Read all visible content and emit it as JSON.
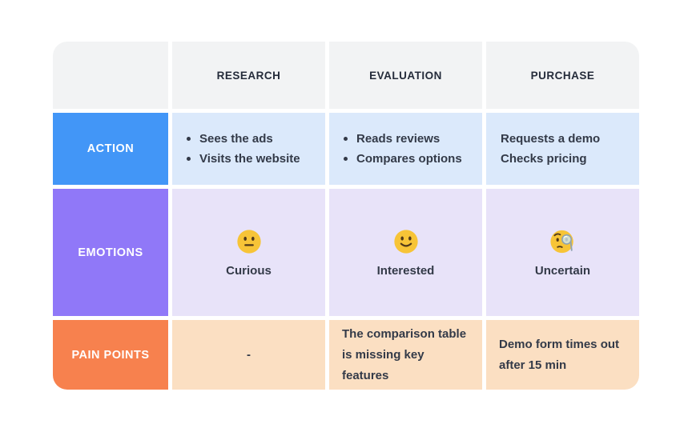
{
  "table": {
    "columns": [
      "",
      "RESEARCH",
      "EVALUATION",
      "PURCHASE"
    ],
    "rows": {
      "action": {
        "label": "ACTION",
        "research": {
          "items": [
            "Sees the ads",
            "Visits the website"
          ]
        },
        "evaluation": {
          "items": [
            "Reads reviews",
            "Compares options"
          ]
        },
        "purchase": {
          "items": [
            "Requests a demo",
            "Checks pricing"
          ]
        }
      },
      "emotions": {
        "label": "EMOTIONS",
        "research": {
          "emoji": "neutral-face",
          "label": "Curious"
        },
        "evaluation": {
          "emoji": "slightly-smiling-face",
          "label": "Interested"
        },
        "purchase": {
          "emoji": "face-with-monocle",
          "label": "Uncertain"
        }
      },
      "pain_points": {
        "label": "PAIN POINTS",
        "research": "-",
        "evaluation": "The comparison table is missing key features",
        "purchase": "Demo form times out after 15 min"
      }
    }
  },
  "colors": {
    "header_bg": "#F2F3F4",
    "header_text": "#242B3A",
    "body_text": "#333A48",
    "action_label_bg": "#4296F7",
    "emotions_label_bg": "#9078F8",
    "pain_label_bg": "#F7814E",
    "action_cell_bg": "#DBE9FB",
    "emotions_cell_bg": "#E8E3F9",
    "pain_cell_bg": "#FBDFC2",
    "emoji_face": "#F7C437",
    "emoji_features": "#51391A",
    "monocle_rim": "#8FA3B0",
    "monocle_lens": "#CBE6F6"
  }
}
